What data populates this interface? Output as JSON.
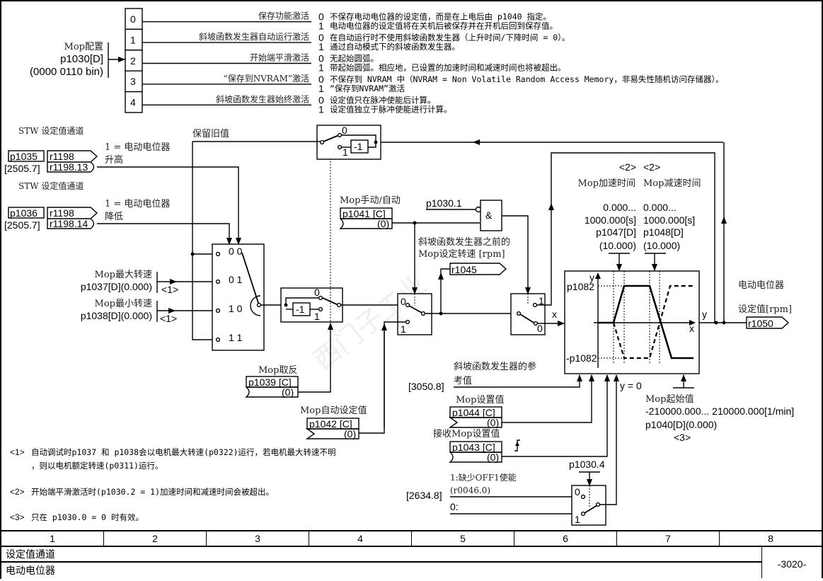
{
  "config": {
    "label": "Mop配置",
    "param": "p1030[D]",
    "default": "(0000 0110 bin)",
    "bits": [
      {
        "bit": "0",
        "name": "保存功能激活",
        "opt0": "不保存电动电位器的设定值，而是在上电后由 p1040 指定。",
        "opt1": "电动电位器的设定值将在关机后被保存并在开机后回到保存值。"
      },
      {
        "bit": "1",
        "name": "斜坡函数发生器自动运行激活",
        "opt0": "在自动运行时不使用斜坡函数发生器（上升时间/下降时间 = 0）。",
        "opt1": "通过自动模式下的斜坡函数发生器。"
      },
      {
        "bit": "2",
        "name": "开始端平滑激活",
        "opt0": "无起始圆弧。",
        "opt1": "带起始圆弧。相应地，已设置的加速时间和减速时间也将被超出。"
      },
      {
        "bit": "3",
        "name": "“保存到NVRAM”激活",
        "opt0": "不保存到 NVRAM 中（NVRAM = Non Volatile Random Access Memory，非易失性随机访问存储器）。",
        "opt1": "“保存到NVRAM”激活"
      },
      {
        "bit": "4",
        "name": "斜坡函数发生器始终激活",
        "opt0": "设定值只在脉冲使能后计算。",
        "opt1": "设定值独立于脉冲使能进行计算。"
      }
    ],
    "zero": "0",
    "one": "1"
  },
  "inputs": {
    "raise": {
      "channel": "STW 设定值通道",
      "param": "p1035",
      "ref": "[2505.7]",
      "sig1": "r1198",
      "sig2": "r1198.13",
      "desc1": "1 = 电动电位器",
      "desc2": "升高"
    },
    "lower": {
      "channel": "STW 设定值通道",
      "param": "p1036",
      "ref": "[2505.7]",
      "sig1": "r1198",
      "sig2": "r1198.14",
      "desc1": "1 = 电动电位器",
      "desc2": "降低"
    },
    "hold_label": "保留旧值",
    "max_speed": {
      "name": "Mop最大转速",
      "param": "p1037[D](0.000)",
      "note": "<1>"
    },
    "min_speed": {
      "name": "Mop最小转速",
      "param": "p1038[D](0.000)",
      "note": "<1>"
    }
  },
  "selector": {
    "pos00": "0 0",
    "pos01": "0 1",
    "pos10": "1 0",
    "pos11": "1 1"
  },
  "invert": {
    "label": "Mop取反",
    "param": "p1039 [C]",
    "default": "(0)",
    "neg": "-1",
    "s0": "0",
    "s1": "1"
  },
  "manual_auto": {
    "label": "Mop手动/自动",
    "param": "p1041 [C]",
    "default": "(0)",
    "and_input": "p1030.1",
    "and_symbol": "&"
  },
  "auto_setpoint": {
    "label": "Mop自动设定值",
    "param": "p1042 [C]",
    "default": "(0)"
  },
  "pre_rfg": {
    "desc1": "斜坡函数发生器之前的",
    "desc2": "Mop设定转速 [rpm]",
    "signal": "r1045"
  },
  "rfg": {
    "accel_note": "<2>",
    "decel_note": "<2>",
    "accel_label": "Mop加速时间",
    "decel_label": "Mop减速时间",
    "accel_range1": "0.000...",
    "accel_range2": "1000.000[s]",
    "accel_param": "p1047[D]",
    "accel_default": "(10.000)",
    "decel_range1": "0.000...",
    "decel_range2": "1000.000[s]",
    "decel_param": "p1048[D]",
    "decel_default": "(10.000)",
    "y_label": "y",
    "x_label": "x",
    "pos_limit": "p1082",
    "neg_limit": "-p1082",
    "in_x": "x",
    "out_y": "y",
    "y_zero": "y = 0"
  },
  "reference": {
    "ref": "[3050.8]",
    "desc1": "斜坡函数发生器的参",
    "desc2": "考值"
  },
  "set_value": {
    "label": "Mop设置值",
    "param": "p1044 [C]",
    "default": "(0)"
  },
  "accept_set": {
    "label": "接收Mop设置值",
    "param": "p1043 [C]",
    "default": "(0)"
  },
  "off1": {
    "select": "p1030.4",
    "ref": "[2634.8]",
    "desc1": "1:缺少OFF1使能",
    "desc2": "(r0046.0)",
    "desc3": "0:",
    "s0": "0",
    "s1": "1"
  },
  "start_value": {
    "label": "Mop起始值",
    "range": "-210000.000... 210000.000[1/min]",
    "param": "p1040[D](0.000)",
    "note": "<3>"
  },
  "output": {
    "desc1": "电动电位器",
    "desc2": "设定值[rpm]",
    "signal": "r1050"
  },
  "notes": [
    {
      "tag": "<1>",
      "line1": "自动调试时p1037 和 p1038会以电机最大转速(p0322)运行，若电机最大转速不明",
      "line2": "，则以电机额定转速(p0311)运行。"
    },
    {
      "tag": "<2>",
      "line1": "开始端平滑激活时(p1030.2 = 1)加速时间和减速时间会被超出。"
    },
    {
      "tag": "<3>",
      "line1": "只在 p1030.0 = 0 时有效。"
    }
  ],
  "footer": {
    "columns": [
      "1",
      "2",
      "3",
      "4",
      "5",
      "6",
      "7",
      "8"
    ],
    "title1": "设定值通道",
    "title2": "电动电位器",
    "page": "-3020-"
  }
}
